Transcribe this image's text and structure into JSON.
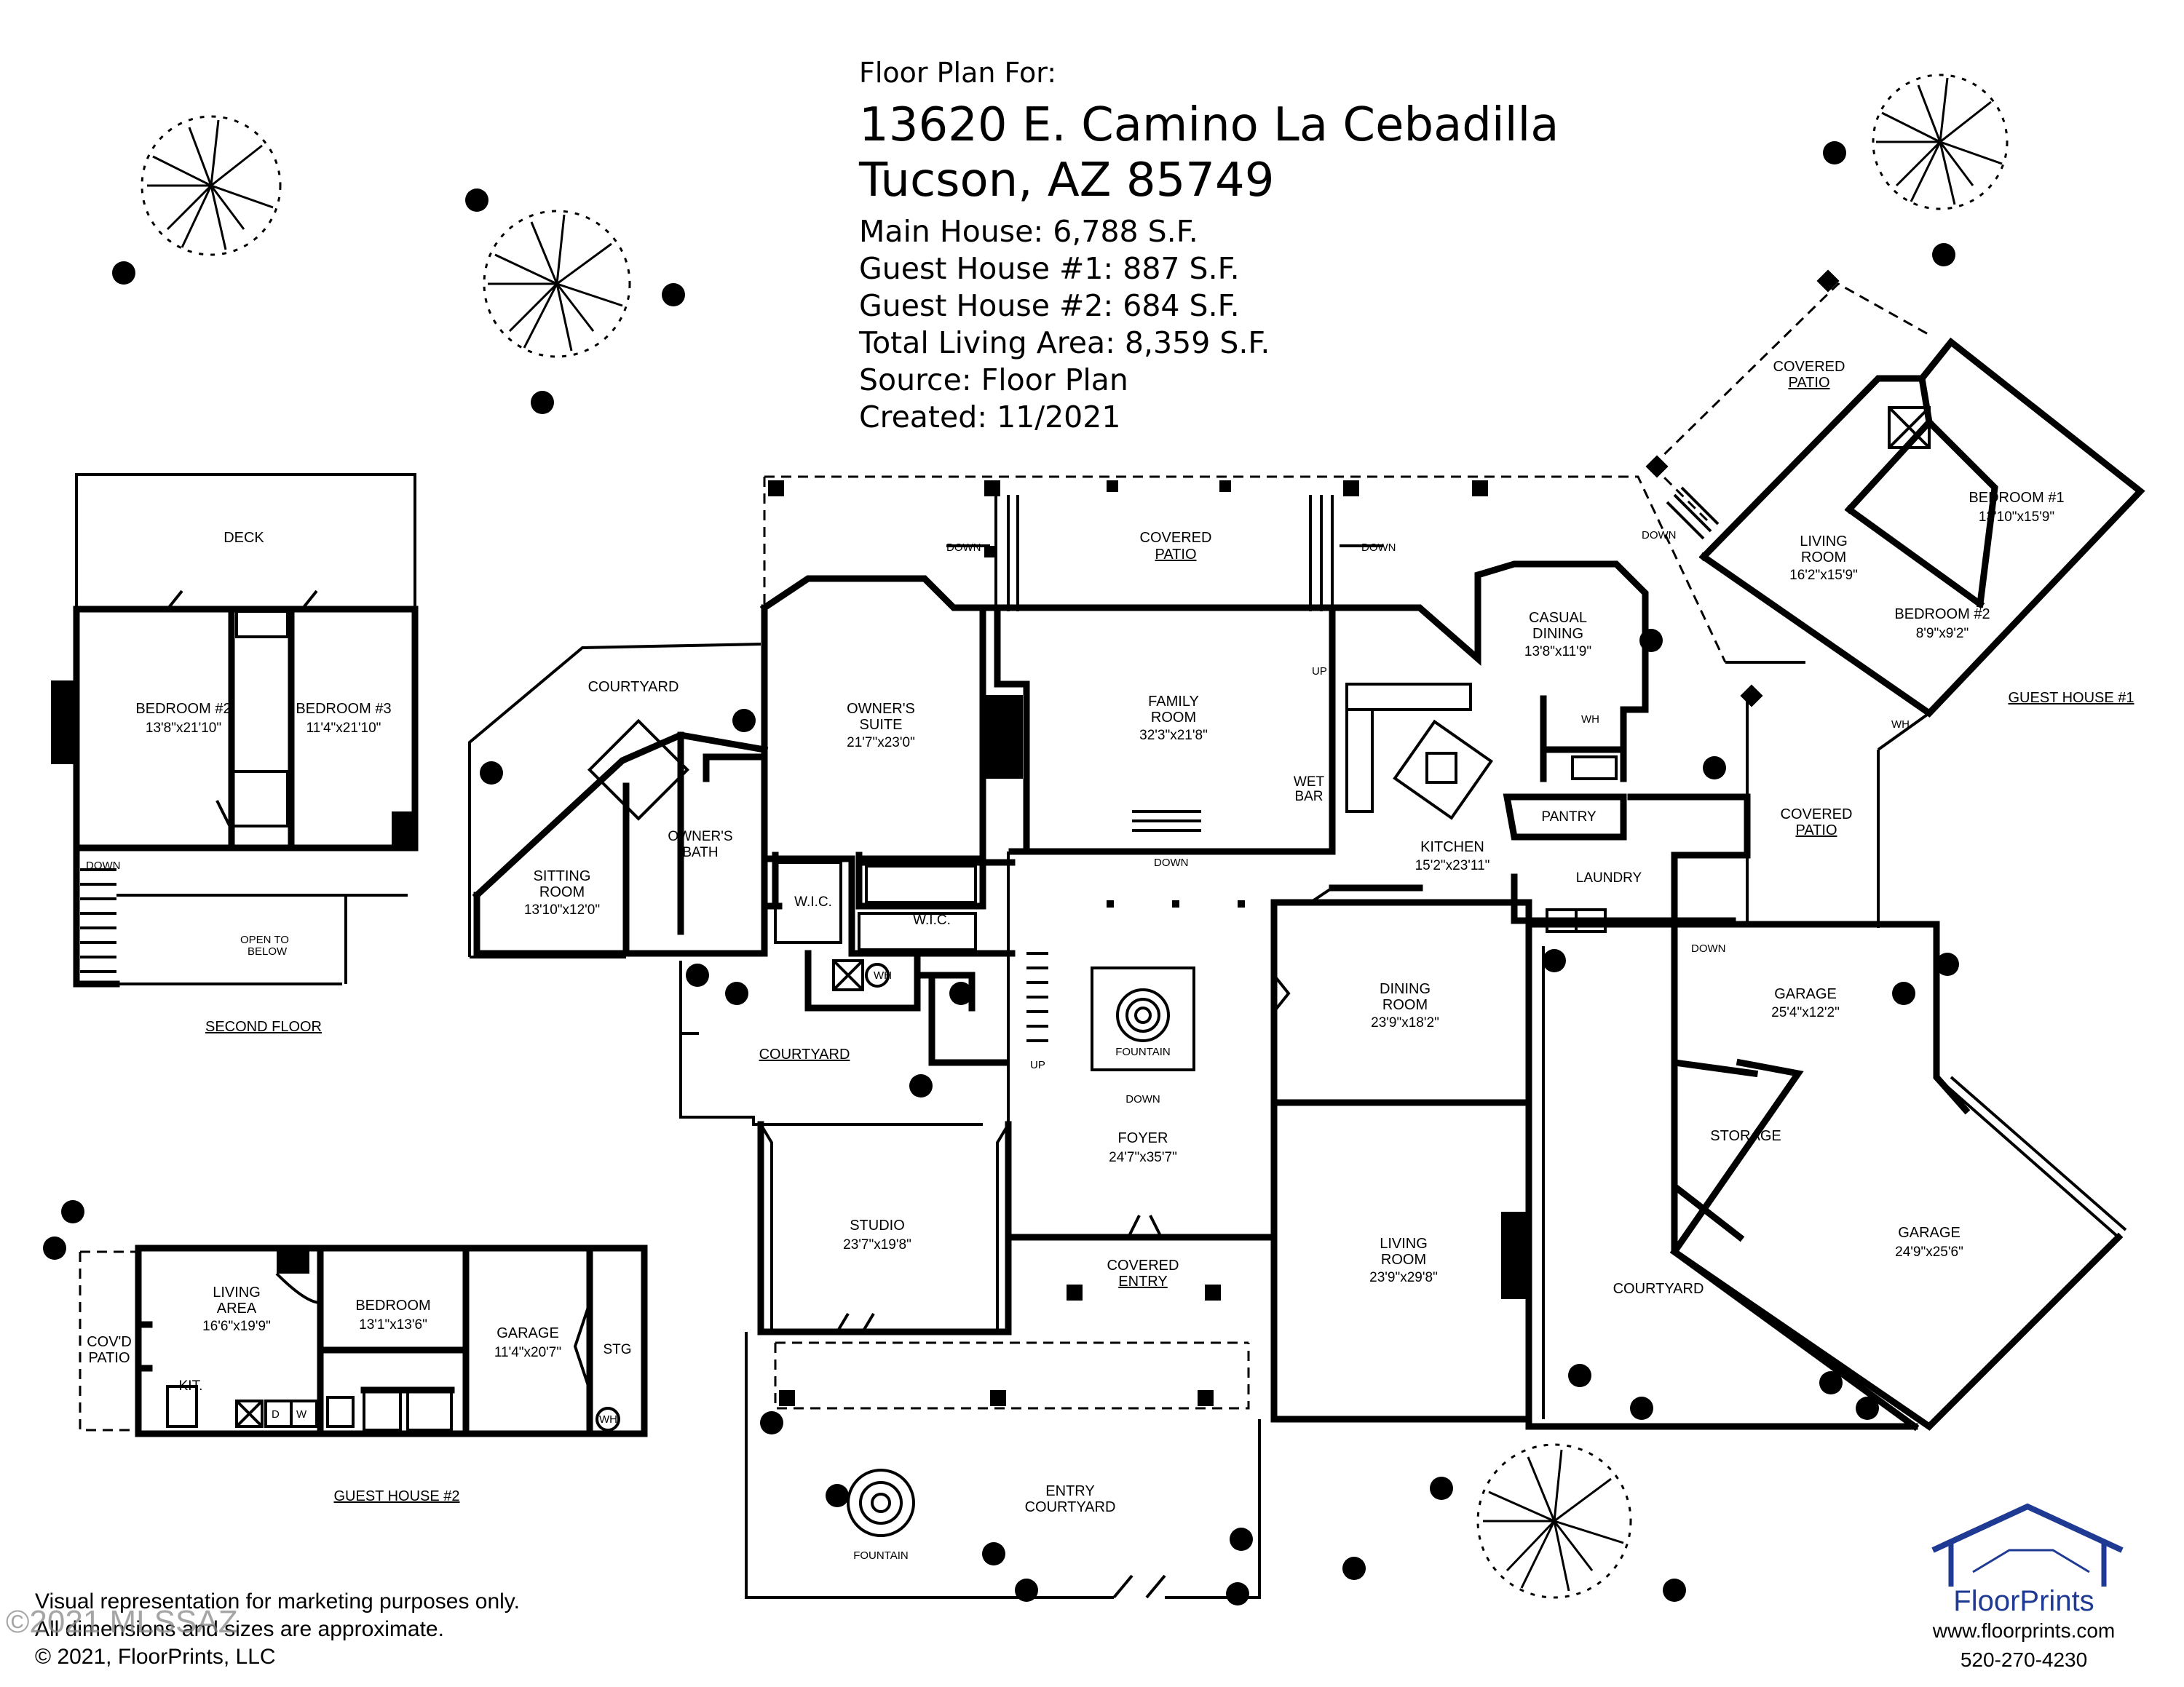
{
  "header": {
    "label": "Floor Plan For:",
    "address_line1": "13620 E. Camino La Cebadilla",
    "address_line2": "Tucson, AZ  85749",
    "details": [
      "Main House:  6,788 S.F.",
      "Guest House #1:  887 S.F.",
      "Guest House #2:  684 S.F.",
      "Total Living Area:  8,359 S.F.",
      "Source:  Floor Plan",
      "Created:  11/2021"
    ]
  },
  "sections": {
    "second_floor": "SECOND FLOOR",
    "guest_house_1": "GUEST HOUSE #1",
    "guest_house_2": "GUEST HOUSE #2"
  },
  "rooms": {
    "deck": "DECK",
    "sf_bedroom2": {
      "name": "BEDROOM #2",
      "dim": "13'8\"x21'10\""
    },
    "sf_bedroom3": {
      "name": "BEDROOM #3",
      "dim": "11'4\"x21'10\""
    },
    "sf_down": "DOWN",
    "open_to_below": [
      "OPEN TO",
      "BELOW"
    ],
    "covered_patio_main": [
      "COVERED",
      "PATIO"
    ],
    "courtyard_nw": "COURTYARD",
    "owners_suite": {
      "name": [
        "OWNER'S",
        "SUITE"
      ],
      "dim": "21'7\"x23'0\""
    },
    "owners_bath": [
      "OWNER'S",
      "BATH"
    ],
    "sitting_room": {
      "name": [
        "SITTING",
        "ROOM"
      ],
      "dim": "13'10\"x12'0\""
    },
    "wic1": "W.I.C.",
    "wic2": "W.I.C.",
    "family_room": {
      "name": [
        "FAMILY",
        "ROOM"
      ],
      "dim": "32'3\"x21'8\""
    },
    "wet_bar": [
      "WET",
      "BAR"
    ],
    "casual_dining": {
      "name": [
        "CASUAL",
        "DINING"
      ],
      "dim": "13'8\"x11'9\""
    },
    "kitchen": {
      "name": "KITCHEN",
      "dim": "15'2\"x23'11\""
    },
    "pantry": "PANTRY",
    "laundry": "LAUNDRY",
    "covered_patio_east": [
      "COVERED",
      "PATIO"
    ],
    "courtyard_mid": "COURTYARD",
    "fountain": "FOUNTAIN",
    "foyer": {
      "name": "FOYER",
      "dim": "24'7\"x35'7\""
    },
    "dining_room": {
      "name": [
        "DINING",
        "ROOM"
      ],
      "dim": "23'9\"x18'2\""
    },
    "garage_top": {
      "name": "GARAGE",
      "dim": "25'4\"x12'2\""
    },
    "storage": "STORAGE",
    "garage_bottom": {
      "name": "GARAGE",
      "dim": "24'9\"x25'6\""
    },
    "studio": {
      "name": "STUDIO",
      "dim": "23'7\"x19'8\""
    },
    "covered_entry": [
      "COVERED",
      "ENTRY"
    ],
    "living_room": {
      "name": [
        "LIVING",
        "ROOM"
      ],
      "dim": "23'9\"x29'8\""
    },
    "courtyard_east": "COURTYARD",
    "entry_courtyard": [
      "ENTRY",
      "COURTYARD"
    ],
    "fountain2": "FOUNTAIN",
    "gh1_covered_patio": [
      "COVERED",
      "PATIO"
    ],
    "gh1_living": {
      "name": [
        "LIVING",
        "ROOM"
      ],
      "dim": "16'2\"x15'9\""
    },
    "gh1_bedroom1": {
      "name": "BEDROOM #1",
      "dim": "13'10\"x15'9\""
    },
    "gh1_bedroom2": {
      "name": "BEDROOM #2",
      "dim": "8'9\"x9'2\""
    },
    "gh2_cov_patio": [
      "COV'D",
      "PATIO"
    ],
    "gh2_living": {
      "name": [
        "LIVING",
        "AREA"
      ],
      "dim": "16'6\"x19'9\""
    },
    "gh2_kit": "KIT.",
    "gh2_bedroom": {
      "name": "BEDROOM",
      "dim": "13'1\"x13'6\""
    },
    "gh2_garage": {
      "name": "GARAGE",
      "dim": "11'4\"x20'7\""
    },
    "gh2_stg": "STG",
    "down": "DOWN",
    "up": "UP",
    "wh": "WH",
    "d": "D",
    "w": "W"
  },
  "footer": {
    "disclaimer1": "Visual representation for marketing purposes only.",
    "disclaimer2": "All dimensions and sizes are approximate.",
    "copyright": "© 2021, FloorPrints, LLC",
    "watermark": "©2021 MLSSAZ"
  },
  "brand": {
    "name": "FloorPrints",
    "website": "www.floorprints.com",
    "phone": "520-270-4230",
    "accent": "#1f3a93",
    "green": "#2e9b3a"
  }
}
